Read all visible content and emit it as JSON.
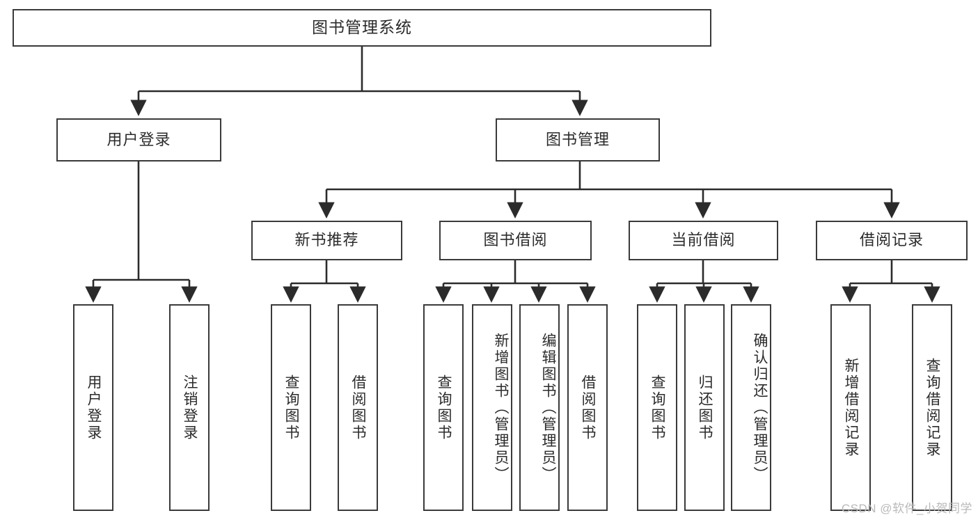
{
  "diagram": {
    "title": "图书管理系统",
    "type": "tree-hierarchy-diagram",
    "colors": {
      "box_border": "#3a3a3a",
      "box_fill": "#ffffff",
      "edge": "#2b2b2b",
      "text": "#2b2b2b",
      "watermark": "#b9b9b9",
      "background": "#ffffff"
    },
    "nodes": {
      "root": {
        "label": "图书管理系统",
        "level": 1,
        "orientation": "horizontal"
      },
      "user_login": {
        "label": "用户登录",
        "level": 2,
        "orientation": "horizontal"
      },
      "book_manage": {
        "label": "图书管理",
        "level": 2,
        "orientation": "horizontal"
      },
      "new_book_recommend": {
        "label": "新书推荐",
        "level": 3,
        "orientation": "horizontal"
      },
      "book_borrow": {
        "label": "图书借阅",
        "level": 3,
        "orientation": "horizontal"
      },
      "current_borrow": {
        "label": "当前借阅",
        "level": 3,
        "orientation": "horizontal"
      },
      "borrow_record": {
        "label": "借阅记录",
        "level": 3,
        "orientation": "horizontal"
      },
      "leaf_user_login": {
        "label": "用户登录",
        "level": 4,
        "orientation": "vertical"
      },
      "leaf_logout": {
        "label": "注销登录",
        "level": 4,
        "orientation": "vertical"
      },
      "leaf_query_book_a": {
        "label": "查询图书",
        "level": 4,
        "orientation": "vertical"
      },
      "leaf_borrow_book_a": {
        "label": "借阅图书",
        "level": 4,
        "orientation": "vertical"
      },
      "leaf_query_book_b": {
        "label": "查询图书",
        "level": 4,
        "orientation": "vertical"
      },
      "leaf_add_book": {
        "label": "新增图书（管理员）",
        "level": 4,
        "orientation": "vertical"
      },
      "leaf_edit_book": {
        "label": "编辑图书（管理员）",
        "level": 4,
        "orientation": "vertical"
      },
      "leaf_borrow_book_b": {
        "label": "借阅图书",
        "level": 4,
        "orientation": "vertical"
      },
      "leaf_query_book_c": {
        "label": "查询图书",
        "level": 4,
        "orientation": "vertical"
      },
      "leaf_return_book": {
        "label": "归还图书",
        "level": 4,
        "orientation": "vertical"
      },
      "leaf_confirm_return": {
        "label": "确认归还（管理员）",
        "level": 4,
        "orientation": "vertical"
      },
      "leaf_add_record": {
        "label": "新增借阅记录",
        "level": 4,
        "orientation": "vertical"
      },
      "leaf_query_record": {
        "label": "查询借阅记录",
        "level": 4,
        "orientation": "vertical"
      }
    },
    "edges": [
      {
        "from": "root",
        "to": "user_login"
      },
      {
        "from": "root",
        "to": "book_manage"
      },
      {
        "from": "book_manage",
        "to": "new_book_recommend"
      },
      {
        "from": "book_manage",
        "to": "book_borrow"
      },
      {
        "from": "book_manage",
        "to": "current_borrow"
      },
      {
        "from": "book_manage",
        "to": "borrow_record"
      },
      {
        "from": "user_login",
        "to": "leaf_user_login"
      },
      {
        "from": "user_login",
        "to": "leaf_logout"
      },
      {
        "from": "new_book_recommend",
        "to": "leaf_query_book_a"
      },
      {
        "from": "new_book_recommend",
        "to": "leaf_borrow_book_a"
      },
      {
        "from": "book_borrow",
        "to": "leaf_query_book_b"
      },
      {
        "from": "book_borrow",
        "to": "leaf_add_book"
      },
      {
        "from": "book_borrow",
        "to": "leaf_edit_book"
      },
      {
        "from": "book_borrow",
        "to": "leaf_borrow_book_b"
      },
      {
        "from": "current_borrow",
        "to": "leaf_query_book_c"
      },
      {
        "from": "current_borrow",
        "to": "leaf_return_book"
      },
      {
        "from": "current_borrow",
        "to": "leaf_confirm_return"
      },
      {
        "from": "borrow_record",
        "to": "leaf_add_record"
      },
      {
        "from": "borrow_record",
        "to": "leaf_query_record"
      }
    ]
  },
  "watermark": {
    "text": "CSDN @软件_小贺同学"
  }
}
